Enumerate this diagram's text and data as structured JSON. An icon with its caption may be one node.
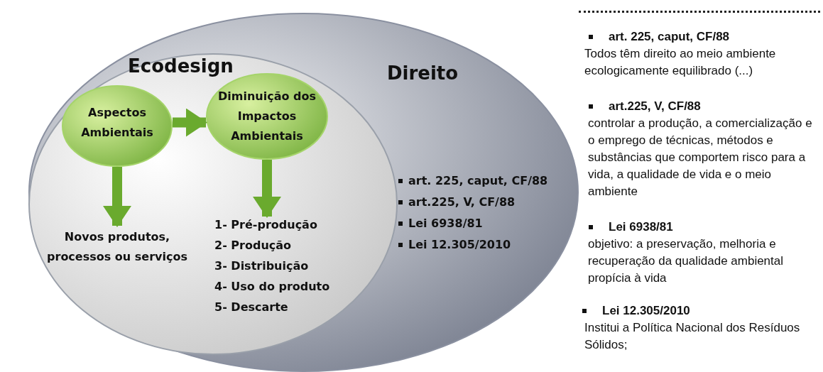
{
  "diagram": {
    "nodes": [
      {
        "text": [
          "Direito",
          "art. 225, caput,  CF/88",
          "art.225, V, CF/88",
          "Lei 6938/81",
          "Lei 12.305/2010"
        ]
      },
      {
        "text": [
          "Ecodesign"
        ],
        "in": 0
      },
      {
        "text": [
          "Aspectos Ambientais"
        ],
        "in": 1
      },
      {
        "text": [
          "Diminuição dos Impactos Ambientais"
        ],
        "in": 1
      },
      {
        "text": [
          "Novos produtos, processos  ou serviços"
        ],
        "in": 1
      },
      {
        "text": [
          "1- Pré-produção",
          "2- Produção",
          "3- Distribuição",
          "4- Uso do produto",
          "5- Descarte"
        ],
        "in": 1
      }
    ],
    "edges": [
      {
        "from": 2,
        "to": 4,
        "arrow": "to"
      },
      {
        "from": 3,
        "to": 5,
        "arrow": "to"
      },
      {
        "from": 2,
        "to": 3,
        "arrow": "to"
      }
    ],
    "labels": [
      "art. 225, caput,  CF/88",
      "Todos têm direito ao meio ambiente ecologicamente  equilibrado (...)",
      "art.225, V, CF/88",
      "controlar a produção, a comercialização e o emprego de técnicas, métodos e substâncias que comportem risco para a vida, a qualidade de vida e o meio ambiente",
      "Lei 6938/81",
      "objetivo: a preservação, melhoria e recuperação da qualidade ambiental propícia à vida",
      "Lei 12.305/2010",
      "Institui a Política Nacional dos Resíduos Sólidos;"
    ]
  }
}
